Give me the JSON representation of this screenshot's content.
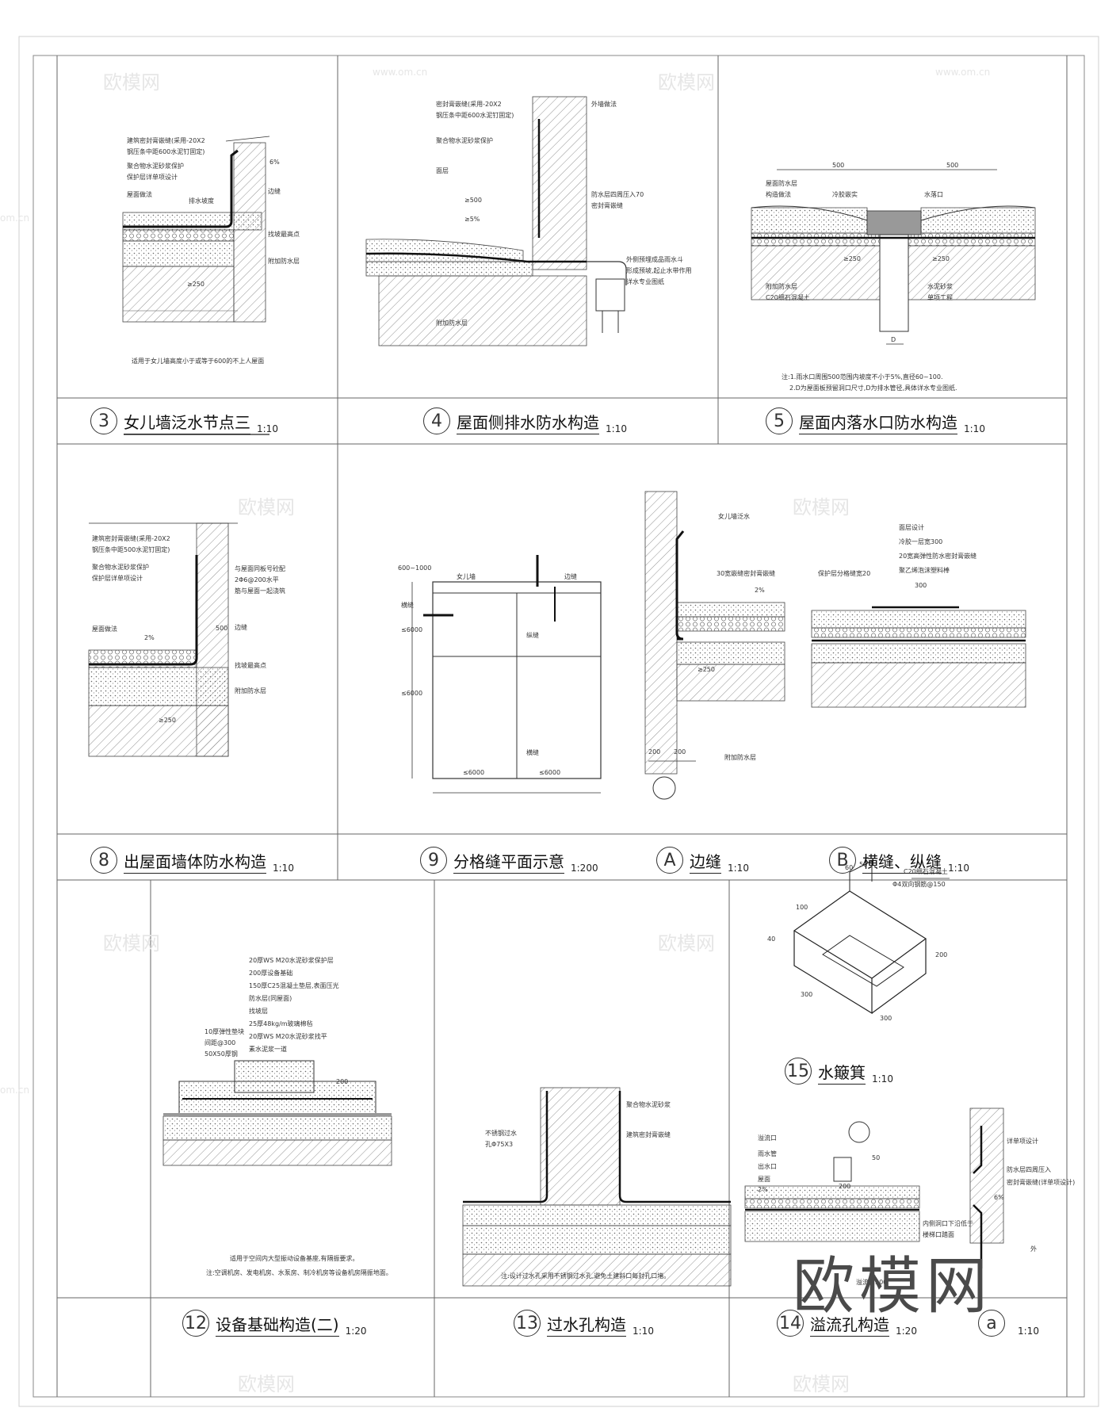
{
  "details": [
    {
      "number": "3",
      "title": "女儿墙泛水节点三",
      "scale": "1:10"
    },
    {
      "number": "4",
      "title": "屋面侧排水防水构造",
      "scale": "1:10"
    },
    {
      "number": "5",
      "title": "屋面内落水口防水构造",
      "scale": "1:10"
    },
    {
      "number": "8",
      "title": "出屋面墙体防水构造",
      "scale": "1:10"
    },
    {
      "number": "9",
      "title": "分格缝平面示意",
      "scale": "1:200"
    },
    {
      "number": "A",
      "title": "边缝",
      "scale": "1:10"
    },
    {
      "number": "B",
      "title": "横缝、纵缝",
      "scale": "1:10"
    },
    {
      "number": "12",
      "title": "设备基础构造(二)",
      "scale": "1:20"
    },
    {
      "number": "13",
      "title": "过水孔构造",
      "scale": "1:10"
    },
    {
      "number": "14",
      "title": "溢流孔构造",
      "scale": "1:20"
    },
    {
      "number": "a",
      "title": "",
      "scale": "1:10"
    },
    {
      "number": "15",
      "title": "水簸箕",
      "scale": "1:10"
    }
  ],
  "labels": {
    "d3_a": "建筑密封膏嵌缝(采用-20X2",
    "d3_b": "钢压条中距600水泥钉固定)",
    "d3_c": "聚合物水泥砂浆保护",
    "d3_d": "保护层详单项设计",
    "d3_e": "屋面做法",
    "d3_f": "排水坡度",
    "d3_g": "边缝",
    "d3_h": "找坡最高点",
    "d3_i": "附加防水层",
    "d3_note": "适用于女儿墙高度小于或等于600的不上人屋面",
    "d3_slope": "6%",
    "d3_250": "≥250",
    "d4_a": "密封膏嵌缝(采用-20X2",
    "d4_b": "钢压条中距600水泥钉固定)",
    "d4_c": "聚合物水泥砂浆保护",
    "d4_d": "面层",
    "d4_e": "附加防水层",
    "d4_f": "防水层四周压入70",
    "d4_g": "密封膏嵌缝",
    "d4_h": "外侧预埋成品雨水斗",
    "d4_i": "形成预坡,起止水带作用",
    "d4_j": "详水专业图纸",
    "d4_500": "≥500",
    "d4_slope": "≥5%",
    "d4_top": "外墙做法",
    "d5_500a": "500",
    "d5_500b": "500",
    "d5_a": "屋面防水层",
    "d5_b": "构造做法",
    "d5_c": "冷胶嵌实",
    "d5_d": "水落口",
    "d5_e": "附加防水层",
    "d5_f": "C20细石混凝土",
    "d5_g": "水泥砂浆",
    "d5_h": "单项工程",
    "d5_250a": "≥250",
    "d5_250b": "≥250",
    "d5_D": "D",
    "d5_note1": "注:1.雨水口周围500范围内坡度不小于5%,直径60~100.",
    "d5_note2": "2.D为屋面板预留洞口尺寸,D为排水管径,具体详水专业图纸.",
    "d8_a": "建筑密封膏嵌缝(采用-20X2",
    "d8_b": "钢压条中距500水泥钉固定)",
    "d8_c": "聚合物水泥砂浆保护",
    "d8_d": "保护层详单项设计",
    "d8_e": "屋面做法",
    "d8_f": "与屋面同板号砼配",
    "d8_g": "2Φ6@200水平",
    "d8_h": "筋与屋面一起浇筑",
    "d8_i": "边缝",
    "d8_j": "找坡最高点",
    "d8_k": "附加防水层",
    "d8_slope": "2%",
    "d8_250": "≥250",
    "d8_500": "500",
    "d9_a": "女儿墙",
    "d9_b": "边缝",
    "d9_c": "纵缝",
    "d9_d": "横缝",
    "d9_e": "横缝",
    "d9_dim1": "600~1000",
    "d9_dim2": "≤6000",
    "d9_dim3": "≤6000",
    "d9_dim4": "≤6000",
    "d9_dim5": "≤6000",
    "dA_a": "女儿墙泛水",
    "dA_b": "30宽嵌缝密封膏嵌缝",
    "dA_c": "附加防水层",
    "dA_slope": "2%",
    "dA_250": "≥250",
    "dA_200a": "200",
    "dA_200b": "200",
    "dB_a": "面层设计",
    "dB_b": "冷胶一层宽300",
    "dB_c": "20宽高弹性防水密封膏嵌缝",
    "dB_d": "聚乙烯泡沫塑料棒",
    "dB_e": "保护层分格缝宽20",
    "dB_300": "300",
    "d12_a": "20厚WS M20水泥砂浆保护层",
    "d12_b": "200厚设备基础",
    "d12_c": "150厚C25混凝土垫层,表面压光",
    "d12_d": "防水层(同屋面)",
    "d12_e": "找坡层",
    "d12_f": "25厚48kg/m玻璃棉毡",
    "d12_g": "20厚WS M20水泥砂浆找平",
    "d12_h": "素水泥浆一道",
    "d12_i": "10厚弹性垫块",
    "d12_j": "间距@300",
    "d12_k": "50X50厚钢",
    "d12_200": "200",
    "d12_note1": "适用于空间内大型振动设备基座,有隔振要求。",
    "d12_note2": "注:空调机房、发电机房、水泵房、制冷机房等设备机房隔振地面。",
    "d13_a": "聚合物水泥砂浆",
    "d13_b": "不锈钢过水",
    "d13_c": "孔Φ75X3",
    "d13_d": "建筑密封膏嵌缝",
    "d13_note": "注:设计过水孔采用不锈钢过水孔,避免土建斜口每封孔口堵。",
    "d14_a": "溢流口",
    "d14_b": "雨水管",
    "d14_c": "出水口",
    "d14_d": "屋面",
    "d14_slope": "2%",
    "d14_200": "200",
    "d14_50": "50",
    "d14_e": "内侧洞口下沿低于",
    "d14_f": "楼梯口踏面",
    "d14_g": "防水层四周压入",
    "d14_h": "详单项设计",
    "d14_i": "密封膏嵌缝(详单项设计)",
    "d14_j": "溢流口300",
    "d14_k": "外",
    "d14_slope2": "6%",
    "d15_a": "C20细石混凝土",
    "d15_b": "Φ4双向钢筋@150",
    "d15_60a": "60",
    "d15_50": "50",
    "d15_100": "100",
    "d15_40": "40",
    "d15_200": "200",
    "d15_300a": "300",
    "d15_300b": "300"
  },
  "watermarks": {
    "brand_cn": "欧模网",
    "brand_url": "www.om.cn",
    "brand_short": "om.cn"
  }
}
